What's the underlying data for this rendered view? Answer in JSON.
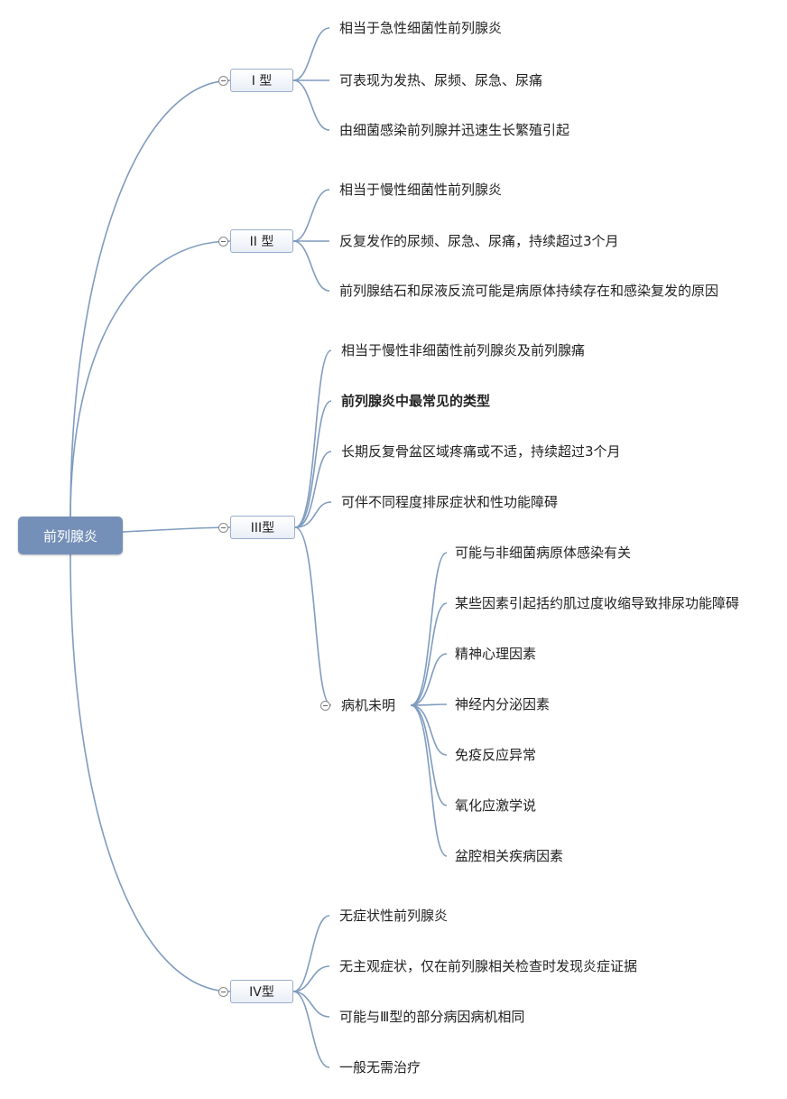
{
  "root": {
    "label": "前列腺炎"
  },
  "types": [
    {
      "label": "I 型",
      "items": [
        {
          "text": "相当于急性细菌性前列腺炎"
        },
        {
          "text": "可表现为发热、尿频、尿急、尿痛"
        },
        {
          "text": "由细菌感染前列腺并迅速生长繁殖引起"
        }
      ]
    },
    {
      "label": "II 型",
      "items": [
        {
          "text": "相当于慢性细菌性前列腺炎"
        },
        {
          "text": "反复发作的尿频、尿急、尿痛，持续超过3个月"
        },
        {
          "text": "前列腺结石和尿液反流可能是病原体持续存在和感染复发的原因"
        }
      ]
    },
    {
      "label": "III型",
      "items": [
        {
          "text": "相当于慢性非细菌性前列腺炎及前列腺痛"
        },
        {
          "text": "前列腺炎中最常见的类型",
          "bold": true
        },
        {
          "text": "长期反复骨盆区域疼痛或不适，持续超过3个月"
        },
        {
          "text": "可伴不同程度排尿症状和性功能障碍"
        }
      ],
      "sub": {
        "label": "病机未明",
        "items": [
          "可能与非细菌病原体感染有关",
          "某些因素引起括约肌过度收缩导致排尿功能障碍",
          "精神心理因素",
          "神经内分泌因素",
          "免疫反应异常",
          "氧化应激学说",
          "盆腔相关疾病因素"
        ]
      }
    },
    {
      "label": "IV型",
      "items": [
        {
          "text": "无症状性前列腺炎"
        },
        {
          "text": "无主观症状，仅在前列腺相关检查时发现炎症证据"
        },
        {
          "text": "可能与Ⅲ型的部分病因病机相同"
        },
        {
          "text": "一般无需治疗"
        }
      ]
    }
  ]
}
